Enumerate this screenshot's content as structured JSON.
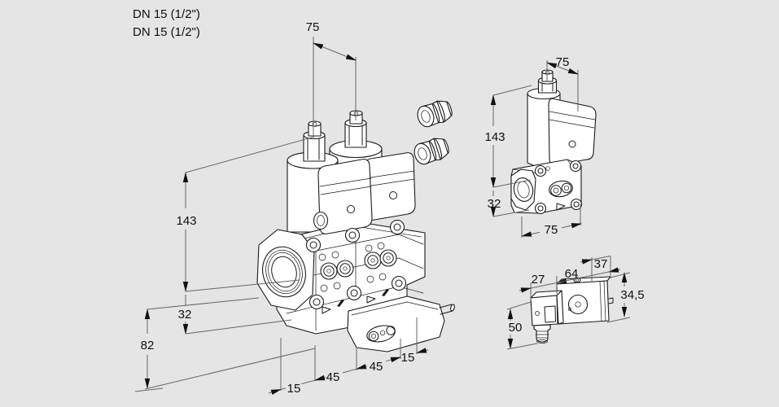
{
  "page": {
    "background_color": "#e5e5e5",
    "outline_color": "#1a1a1a",
    "dimension_line_color": "#666666",
    "text_color": "#111111"
  },
  "annotations": {
    "port_label_1": "DN 15 (1/2\")",
    "port_label_2": "DN 15 (1/2\")"
  },
  "main_view": {
    "description": "double solenoid valve, isometric view",
    "dim_top_width": "75",
    "dim_height": "143",
    "dim_flange_height": "32",
    "dim_lower_height": "82",
    "dim_chain": [
      "15",
      "45",
      "45",
      "15"
    ]
  },
  "side_view": {
    "description": "single valve, side view",
    "dim_top_width": "75",
    "dim_height": "143",
    "dim_flange_height": "32",
    "dim_bottom_width": "75"
  },
  "detail_view": {
    "description": "solenoid actuator with cable gland",
    "dim_coil_width": "27",
    "dim_body_length": "64",
    "dim_end_width": "37",
    "dim_height": "34,5",
    "dim_coil_height": "50"
  }
}
